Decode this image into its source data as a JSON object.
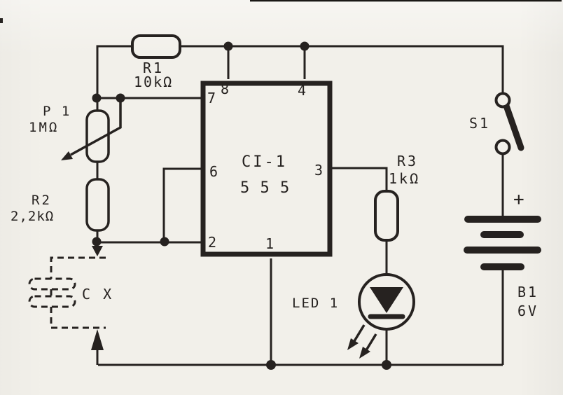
{
  "colors": {
    "ink": "#262220",
    "paper": "#f2f0ea"
  },
  "components": {
    "r1": {
      "name": "R1",
      "value": "10kΩ"
    },
    "p1": {
      "name": "P 1",
      "value": "1MΩ"
    },
    "r2": {
      "name": "R2",
      "value": "2,2kΩ"
    },
    "cx": {
      "name": "C X"
    },
    "ic": {
      "name": "CI-1",
      "part": "5 5 5"
    },
    "r3": {
      "name": "R3",
      "value": "1kΩ"
    },
    "led": {
      "name": "LED 1"
    },
    "s1": {
      "name": "S1"
    },
    "b1": {
      "name": "B1",
      "value": "6V",
      "polarity": "+"
    }
  },
  "pins": {
    "1": "1",
    "2": "2",
    "3": "3",
    "4": "4",
    "6": "6",
    "7": "7",
    "8": "8"
  }
}
